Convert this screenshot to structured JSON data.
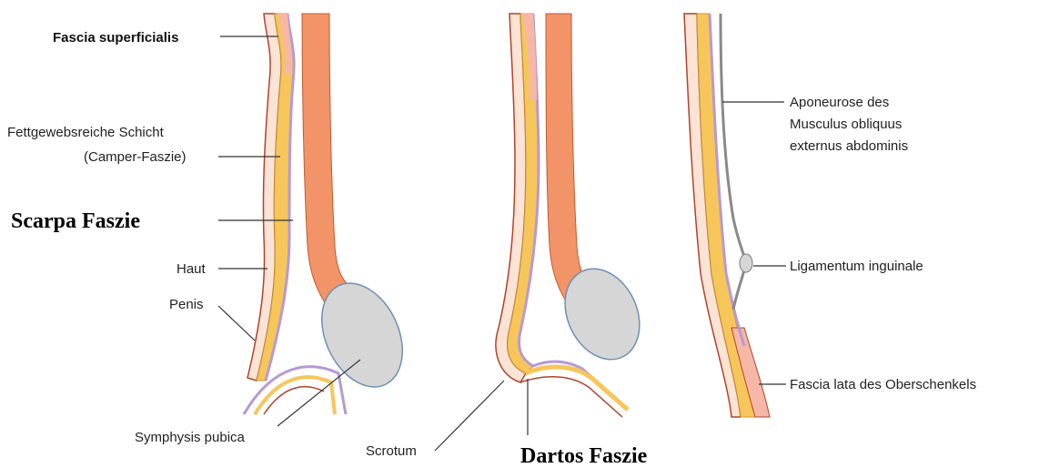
{
  "colors": {
    "muscle": "#f29468",
    "muscle_edge": "#c05a30",
    "fat": "#f7c65a",
    "skin": "#f6b7a6",
    "fascia_membrane": "#b59ad6",
    "testis": "#d6d6d6",
    "testis_edge": "#6e8fb8",
    "aponeurosis": "#8a8a8a",
    "deep_red": "#b0442a"
  },
  "labels": {
    "fascia_superficialis": "Fascia superficialis",
    "camper_line1": "Fettgewebsreiche Schicht",
    "camper_line2": "(Camper-Faszie)",
    "scarpa": "Scarpa Faszie",
    "haut": "Haut",
    "penis": "Penis",
    "symphysis": "Symphysis pubica",
    "scrotum": "Scrotum",
    "dartos": "Dartos Faszie",
    "aponeurose_line1": "Aponeurose des",
    "aponeurose_line2": "Musculus obliquus",
    "aponeurose_line3": "externus abdominis",
    "ligamentum": "Ligamentum inguinale",
    "fascia_lata": "Fascia lata des Oberschenkels"
  }
}
